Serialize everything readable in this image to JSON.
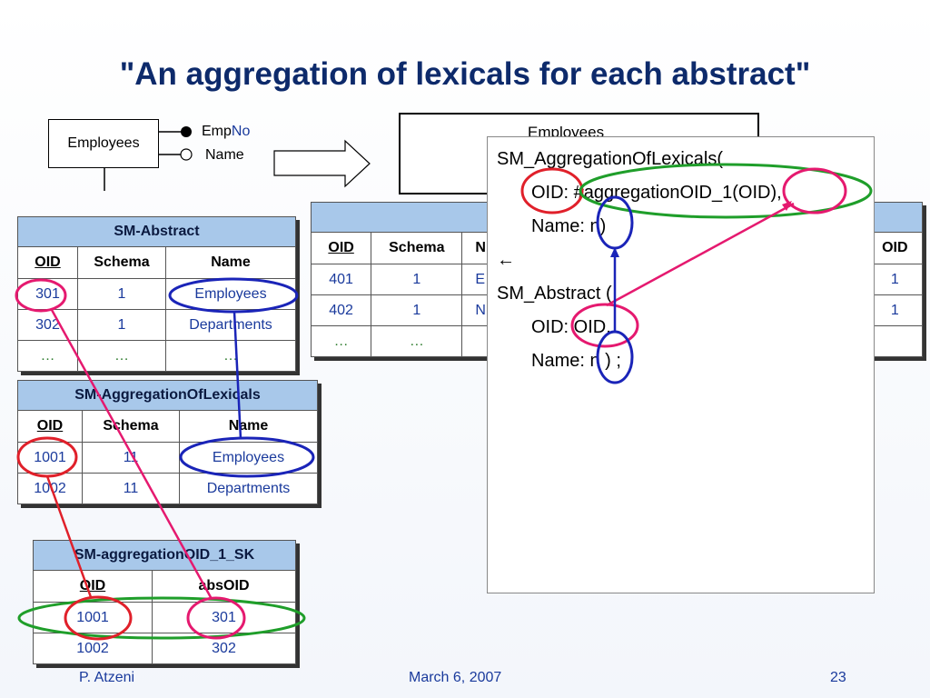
{
  "title": "\"An aggregation of lexicals for each abstract\"",
  "er": {
    "entity": "Employees",
    "attr_key_prefix": "Emp",
    "attr_key_suffix": "No",
    "attr_other": "Name"
  },
  "right_entity_label": "Employees",
  "sm_abstract": {
    "title": "SM-Abstract",
    "columns": [
      "OID",
      "Schema",
      "Name"
    ],
    "rows": [
      [
        "301",
        "1",
        "Employees"
      ],
      [
        "302",
        "1",
        "Departments"
      ],
      [
        "…",
        "…",
        "…"
      ]
    ]
  },
  "sm_aggregation": {
    "title": "SM-AggregationOfLexicals",
    "columns": [
      "OID",
      "Schema",
      "Name"
    ],
    "rows": [
      [
        "1001",
        "11",
        "Employees"
      ],
      [
        "1002",
        "11",
        "Departments"
      ]
    ]
  },
  "sm_sk": {
    "title": "SM-aggregationOID_1_SK",
    "columns": [
      "OID",
      "absOID"
    ],
    "rows": [
      [
        "1001",
        "301"
      ],
      [
        "1002",
        "302"
      ]
    ]
  },
  "back_table": {
    "columns": [
      "OID",
      "Schema",
      "N",
      "OID"
    ],
    "rows": [
      [
        "401",
        "1",
        "E",
        "1"
      ],
      [
        "402",
        "1",
        "N",
        "1"
      ],
      [
        "…",
        "…",
        "",
        ""
      ]
    ]
  },
  "rule": {
    "line1": "SM_AggregationOfLexicals(",
    "line2": "OID: #aggregationOID_1(OID),",
    "line3": "Name: n)",
    "line4": "←",
    "line5": "SM_Abstract (",
    "line6": "OID: OID,",
    "line7": "Name: n ) ;"
  },
  "footer": {
    "author": "P. Atzeni",
    "date": "March 6, 2007",
    "page": "23"
  },
  "colors": {
    "title": "#0d2a6b",
    "table_header": "#a8c8ea",
    "value_text": "#1a3a9c",
    "red_circle": "#e0202a",
    "blue_circle": "#1a24b8",
    "pink_circle": "#e5196f",
    "green_circle": "#1f9e2a"
  }
}
